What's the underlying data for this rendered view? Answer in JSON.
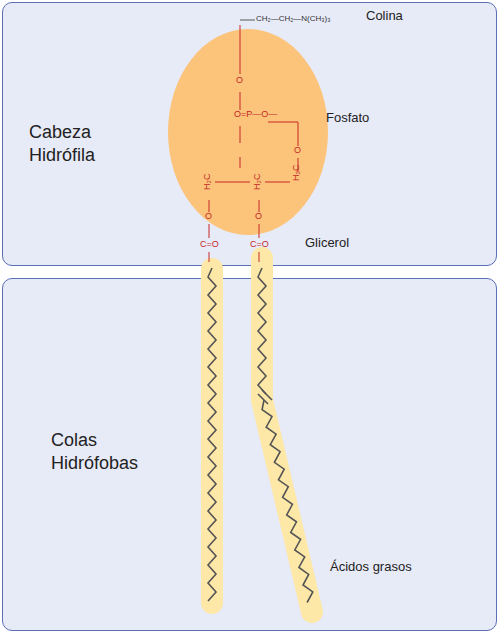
{
  "diagram": {
    "nodes": [
      {
        "text": [
          "Cabeza Hidrófila"
        ]
      },
      {
        "text": [
          "Colas Hidrófobas"
        ]
      }
    ],
    "labels": [
      "Colina",
      "CH₂—CH₂—N(CH₃)₃",
      "O",
      "O=P—O—",
      "Fosfato",
      "O",
      "H₂C",
      "H₂C",
      "H₂C",
      "O",
      "O",
      "C=O",
      "C=O",
      "Glicerol",
      "Ácidos grasos"
    ]
  }
}
